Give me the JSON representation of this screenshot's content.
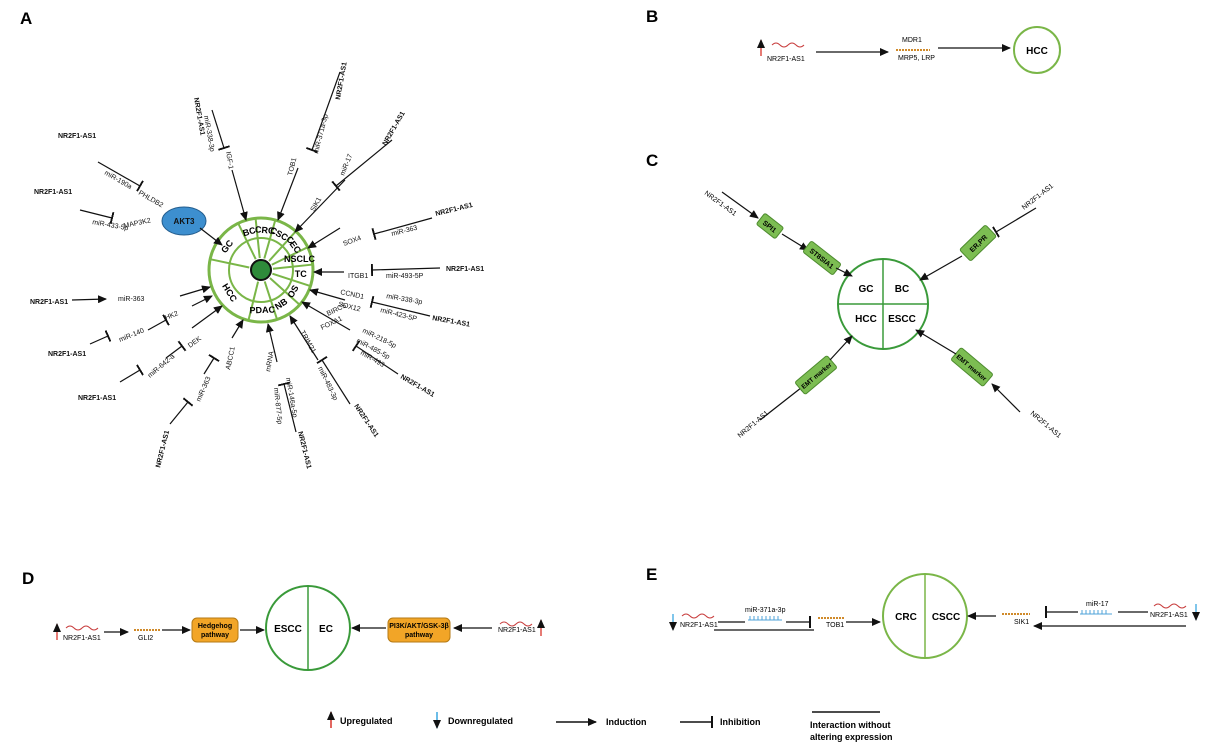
{
  "panels": {
    "a": "A",
    "b": "B",
    "c": "C",
    "d": "D",
    "e": "E"
  },
  "lnc": "NR2F1-AS1",
  "colors": {
    "green": "#7ab648",
    "dark_green": "#3a9a3a",
    "box_green": "#7cbd52",
    "akt_blue": "#3d8fcf",
    "orange": "#f2a527",
    "up_red": "#d9342b",
    "down_blue": "#3ba7e0",
    "mirna_blue": "#4fa3d9",
    "lnc_red": "#c94040"
  },
  "panel_a": {
    "center_labels": [
      "GC",
      "BC",
      "CRC",
      "CSCC",
      "EC",
      "NSCLC",
      "TC",
      "OS",
      "NB",
      "PDAC",
      "HCC"
    ],
    "akt3": "AKT3",
    "genes": {
      "igf1": "IGF-1",
      "tob1": "TOB1",
      "sik1": "SIK1",
      "sox4": "SOX4",
      "itgb1": "ITGB1",
      "ccnd1": "CCND1",
      "sox12": "SOX12",
      "birc5": "BIRC5",
      "foxa1": "FOXA1",
      "trim21": "TRIM21",
      "mrna": "mRNA",
      "abcc1": "ABCC1",
      "dek": "DEK",
      "hk2": "HK2",
      "map3k2": "MAP3K2",
      "phldb2": "PHLDB2"
    },
    "mirs": {
      "m338": "miR-338-3p",
      "m371": "miR-371a-3p",
      "m17": "miR-17",
      "m363a": "miR-363",
      "m493": "miR-493-5P",
      "m338b": "miR-338-3p",
      "m423": "miR-423-5P",
      "m218": "miR-218-5p",
      "m485": "miR-485-5p",
      "m493b": "miR-493",
      "m483": "miR-483-3p",
      "m146": "miR-146a-5p",
      "m877": "miR-877-5p",
      "m363b": "miR-363",
      "m642": "miR-642-a",
      "m140": "miR-140",
      "m363c": "miR-363",
      "m4335": "miR-433-5p",
      "m190": "miR-190a"
    }
  },
  "panel_b": {
    "mdr1": "MDR1",
    "mrp": "MRP5, LRP",
    "hcc": "HCC"
  },
  "panel_c": {
    "spi1": "SPI1",
    "st8": "ST8SIA1",
    "erpr": "ER,PR",
    "emt": "EMT marker",
    "quads": [
      "GC",
      "BC",
      "HCC",
      "ESCC"
    ]
  },
  "panel_d": {
    "gli2": "GLI2",
    "hedgehog": [
      "Hedgehog",
      "pathway"
    ],
    "pi3k": [
      "PI3K/AKT/GSK-3β",
      "pathway"
    ],
    "escc": "ESCC",
    "ec": "EC"
  },
  "panel_e": {
    "m371": "miR-371a-3p",
    "tob1": "TOB1",
    "crc": "CRC",
    "cscc": "CSCC",
    "sik1": "SIK1",
    "m17": "miR-17"
  },
  "legend": {
    "up": "Upregulated",
    "down": "Downregulated",
    "ind": "Induction",
    "inh": "Inhibition",
    "inter1": "Interaction without",
    "inter2": "altering expression"
  }
}
